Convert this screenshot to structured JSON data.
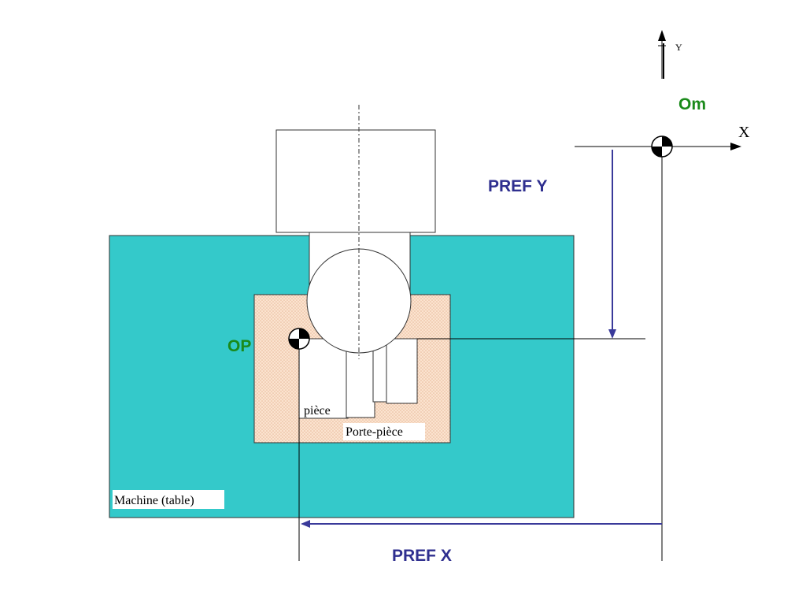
{
  "labels": {
    "axis_y": "Y",
    "axis_x": "X",
    "machine_origin": "Om",
    "part_origin": "OP",
    "pref_y": "PREF Y",
    "pref_x": "PREF X",
    "part": "pièce",
    "fixture": "Porte-pièce",
    "machine_table": "Machine (table)"
  },
  "colors": {
    "table_fill": "#34c9ca",
    "fixture_fill": "#f9dcc6",
    "origin_label": "#1a8a1a",
    "pref_label": "#2f2f8f",
    "pref_arrow": "#3a3a9a"
  }
}
